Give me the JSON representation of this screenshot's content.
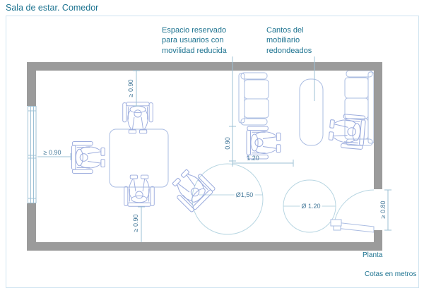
{
  "title": "Sala de estar. Comedor",
  "annotations": {
    "reserved_space": "Espacio reservado\npara usuarios con\nmovilidad reducida",
    "rounded_edges": "Cantos del\nmobiliario\nredondeados"
  },
  "dimensions": {
    "top_clearance": "≥ 0.90",
    "left_clearance": "≥ 0.90",
    "bottom_clearance": "≥ 0.90",
    "reserved_depth": "0.90",
    "reserved_width": "1.20",
    "turning_circle_large": "Ø1,50",
    "turning_circle_small": "Ø 1.20",
    "door_width": "≥ 0.80"
  },
  "footer": {
    "view_label": "Planta",
    "units_label": "Cotas en metros"
  },
  "colors": {
    "text_teal": "#1d7390",
    "dimension_text": "#45799a",
    "wall_gray": "#9b9b9b",
    "furniture_line": "#aabce2",
    "figure_line": "#9dadde",
    "dimension_line": "#9cc0d4",
    "circle_line": "#b8d6e2",
    "frame_border": "#cfe3f0"
  }
}
